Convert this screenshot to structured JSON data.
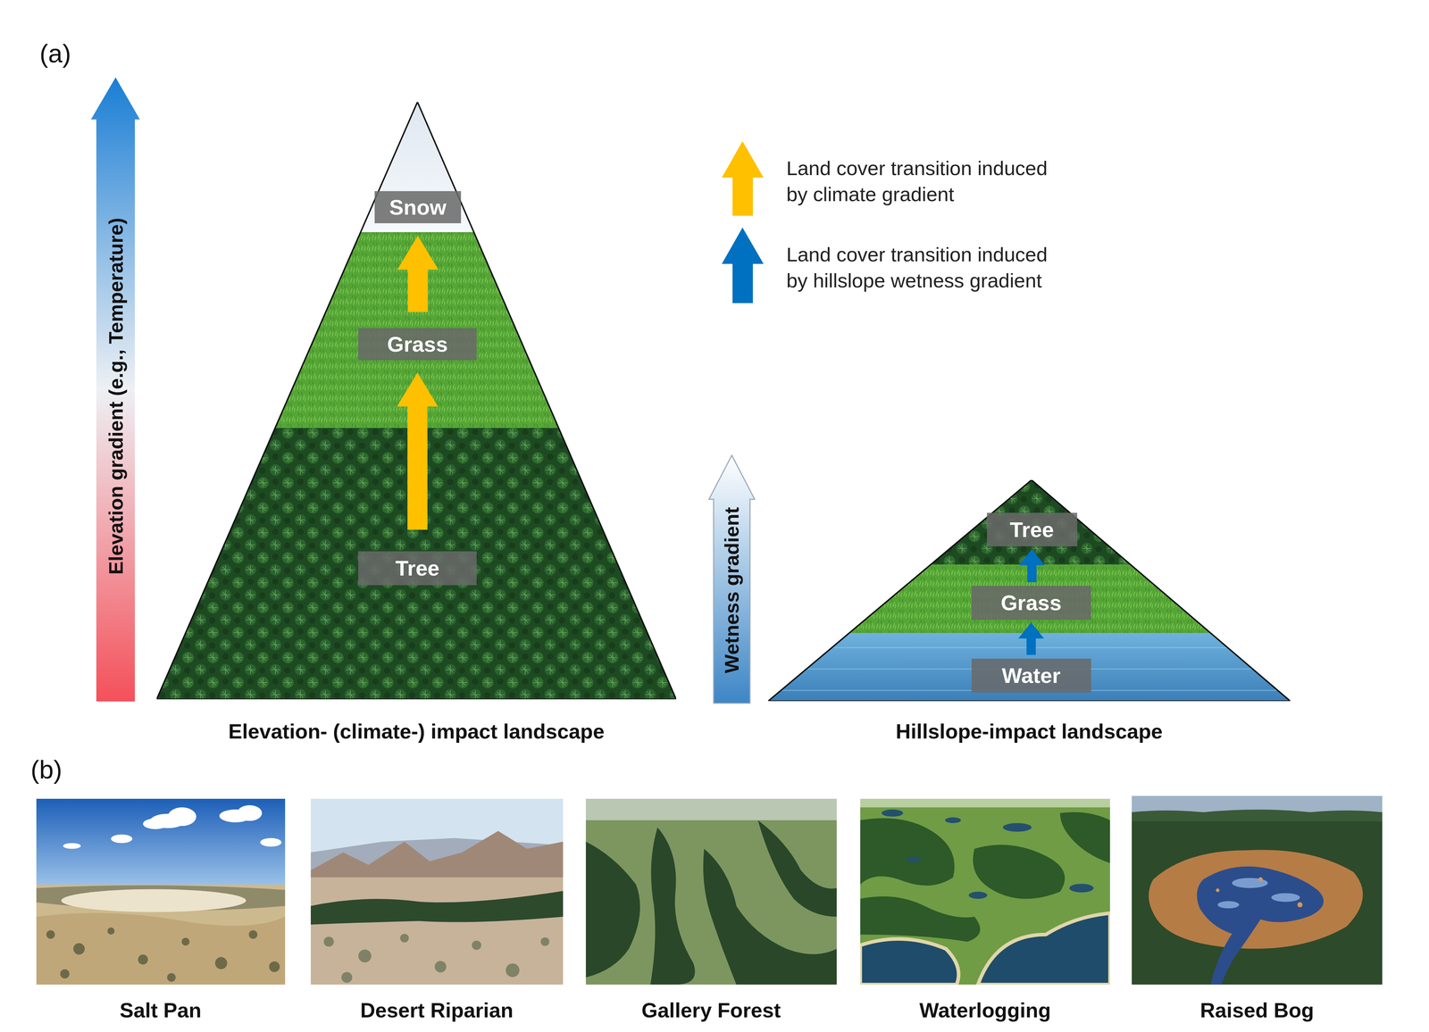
{
  "diagram": {
    "nodes": [
      {
        "text": [
          "Elevation- (climate-) impact landscape"
        ]
      },
      {
        "text": [
          "Snow"
        ],
        "in": 0
      },
      {
        "text": [
          "Grass"
        ],
        "in": 0
      },
      {
        "text": [
          "Tree"
        ],
        "in": 0
      },
      {
        "text": [
          "Hillslope-impact landscape"
        ]
      },
      {
        "text": [
          "Tree"
        ],
        "in": 4
      },
      {
        "text": [
          "Grass"
        ],
        "in": 4
      },
      {
        "text": [
          "Water"
        ],
        "in": 4
      }
    ],
    "edges": [
      {
        "from": 3,
        "to": 2,
        "arrow": "to"
      },
      {
        "from": 2,
        "to": 1,
        "arrow": "to"
      },
      {
        "from": 7,
        "to": 6,
        "arrow": "to"
      },
      {
        "from": 6,
        "to": 5,
        "arrow": "to"
      }
    ],
    "labels": [
      "(a)",
      "Elevation gradient (e.g., Temperature)",
      "Wetness gradient",
      "(b)",
      "Salt Pan",
      "Desert Riparian",
      "Gallery Forest",
      "Waterlogging",
      "Raised Bog"
    ],
    "legend": [
      {
        "text": "Land cover transition induced by climate gradient"
      },
      {
        "text": "Land cover transition induced by hillslope wetness gradient"
      }
    ]
  }
}
